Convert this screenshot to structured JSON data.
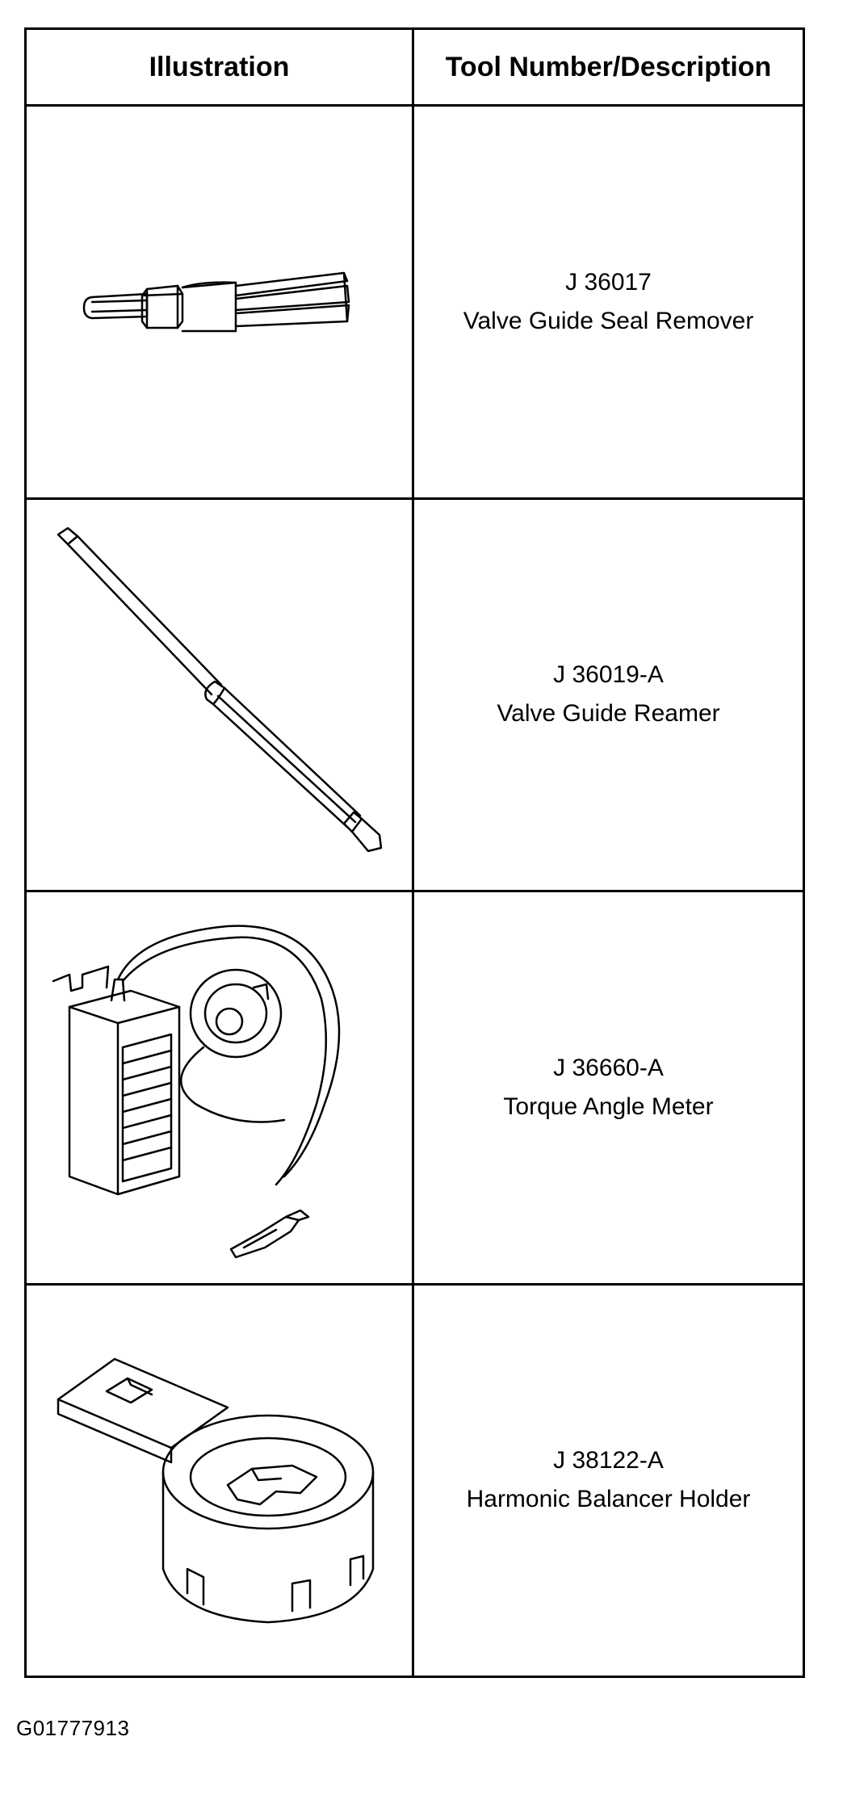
{
  "table": {
    "headers": {
      "illustration": "Illustration",
      "description": "Tool Number/Description"
    },
    "rows": [
      {
        "tool_number": "J 36017",
        "description": "Valve Guide Seal Remover",
        "icon": "valve-guide-seal-remover-icon"
      },
      {
        "tool_number": "J 36019-A",
        "description": "Valve Guide Reamer",
        "icon": "valve-guide-reamer-icon"
      },
      {
        "tool_number": "J 36660-A",
        "description": "Torque Angle Meter",
        "icon": "torque-angle-meter-icon"
      },
      {
        "tool_number": "J 38122-A",
        "description": "Harmonic Balancer Holder",
        "icon": "harmonic-balancer-holder-icon"
      }
    ]
  },
  "figure_id": "G01777913"
}
